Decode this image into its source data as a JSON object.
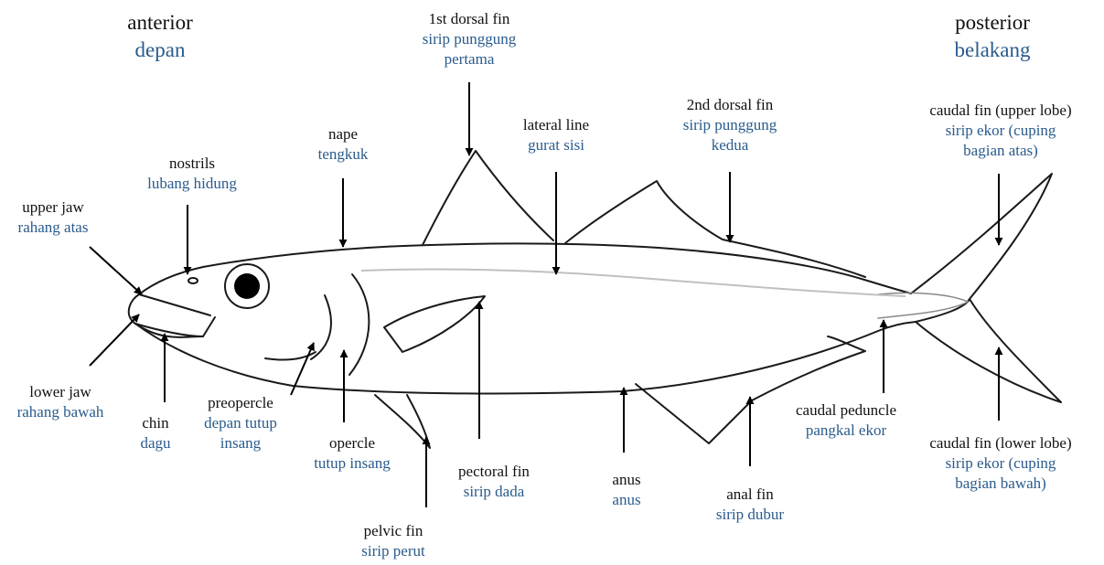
{
  "colors": {
    "english": "#111111",
    "indonesian": "#2a5b8c",
    "outline": "#1a1a1a",
    "lateral_line": "#bbbbbb",
    "arrow": "#000000"
  },
  "labels": {
    "anterior": {
      "en": "anterior",
      "id": "depan"
    },
    "posterior": {
      "en": "posterior",
      "id": "belakang"
    },
    "first_dorsal_fin": {
      "en": "1st dorsal fin",
      "id1": "sirip punggung",
      "id2": "pertama"
    },
    "second_dorsal_fin": {
      "en": "2nd dorsal fin",
      "id1": "sirip punggung",
      "id2": "kedua"
    },
    "lateral_line": {
      "en": "lateral line",
      "id": "gurat sisi"
    },
    "nape": {
      "en": "nape",
      "id": "tengkuk"
    },
    "nostrils": {
      "en": "nostrils",
      "id": "lubang hidung"
    },
    "upper_jaw": {
      "en": "upper jaw",
      "id": "rahang atas"
    },
    "lower_jaw": {
      "en": "lower jaw",
      "id": "rahang bawah"
    },
    "chin": {
      "en": "chin",
      "id": "dagu"
    },
    "preopercle": {
      "en": "preopercle",
      "id1": "depan tutup",
      "id2": "insang"
    },
    "opercle": {
      "en": "opercle",
      "id": "tutup insang"
    },
    "pelvic_fin": {
      "en": "pelvic fin",
      "id": "sirip perut"
    },
    "pectoral_fin": {
      "en": "pectoral fin",
      "id": "sirip dada"
    },
    "anus": {
      "en": "anus",
      "id": "anus"
    },
    "anal_fin": {
      "en": "anal fin",
      "id": "sirip dubur"
    },
    "caudal_peduncle": {
      "en": "caudal peduncle",
      "id": "pangkal ekor"
    },
    "caudal_upper": {
      "en": "caudal fin (upper lobe)",
      "id1": "sirip ekor (cuping",
      "id2": "bagian atas)"
    },
    "caudal_lower": {
      "en": "caudal fin (lower lobe)",
      "id1": "sirip ekor (cuping",
      "id2": "bagian bawah)"
    }
  }
}
